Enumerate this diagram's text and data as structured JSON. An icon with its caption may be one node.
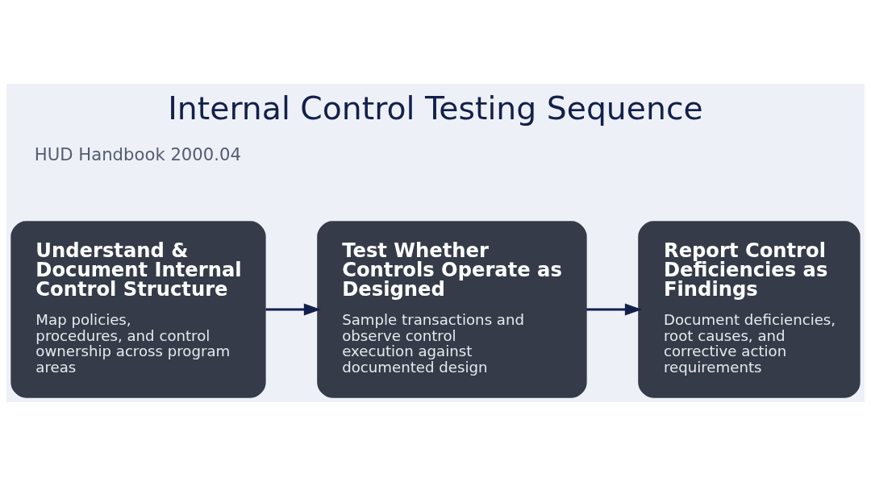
{
  "diagram": {
    "title": "Internal Control Testing Sequence",
    "nodes": [
      {
        "text": [
          "Understand & Document Internal Control Structure",
          "Map policies, procedures, and control ownership across program areas"
        ]
      },
      {
        "text": [
          "Test Whether Controls Operate as Designed",
          "Sample transactions and observe control execution against documented design"
        ]
      },
      {
        "text": [
          "Report Control Deficiencies as Findings",
          "Document deficiencies, root causes, and corrective action requirements"
        ]
      }
    ],
    "edges": [
      {
        "from": 0,
        "to": 1,
        "arrow": "to"
      },
      {
        "from": 1,
        "to": 2,
        "arrow": "to"
      }
    ],
    "labels": [
      "HUD Handbook 2000.04"
    ]
  }
}
